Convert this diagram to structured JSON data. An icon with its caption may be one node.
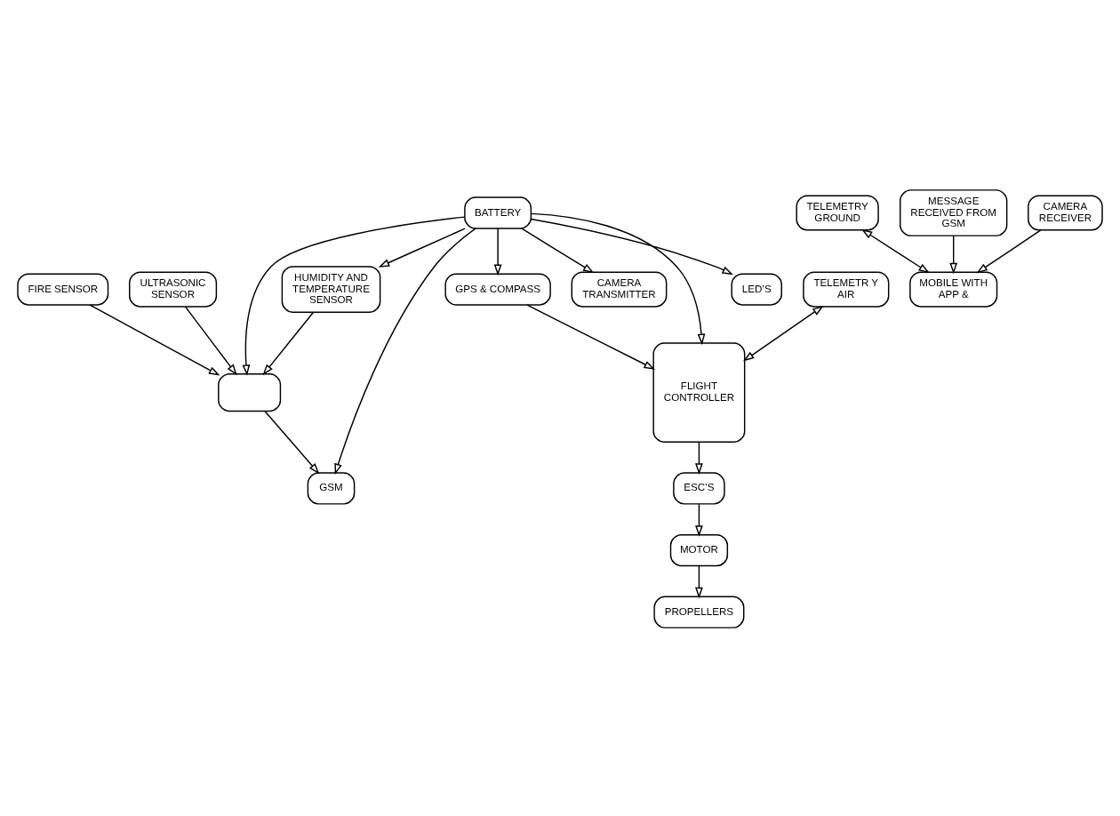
{
  "diagram": {
    "nodes": [
      {
        "text": [
          "GSM"
        ]
      },
      {
        "text": [],
        "shape": "box"
      },
      {
        "text": [
          "FIRE SENSOR"
        ]
      },
      {
        "text": [
          "ULTRASONIC SENSOR"
        ]
      },
      {
        "text": [
          "HUMIDITY AND TEMPERATURE SENSOR"
        ]
      },
      {
        "text": [
          "TELEMETRY GROUND"
        ]
      },
      {
        "text": [
          "BATTERY"
        ]
      },
      {
        "text": [
          "GPS & COMPASS"
        ]
      },
      {
        "text": [
          "TELEMETR Y AIR"
        ]
      },
      {
        "text": [
          "PROPELLERS"
        ]
      },
      {
        "text": [
          "MOBILE WITH APP &"
        ]
      },
      {
        "text": [
          "MOTOR"
        ]
      },
      {
        "text": [
          "MESSAGE RECEIVED FROM GSM"
        ]
      },
      {
        "text": [
          "CAMERA TRANSMITTER"
        ]
      },
      {
        "text": [
          "FLIGHT CONTROLLER"
        ]
      },
      {
        "text": [
          "CAMERA RECEIVER"
        ]
      },
      {
        "text": [
          "LED’S"
        ]
      },
      {
        "text": [
          "ESC’S"
        ]
      }
    ],
    "edges": [
      {
        "from": 1,
        "to": 0,
        "arrow": "to"
      },
      {
        "from": 2,
        "to": 1,
        "arrow": "to"
      },
      {
        "from": 3,
        "to": 1,
        "arrow": "to"
      },
      {
        "from": 4,
        "to": 1,
        "arrow": "to"
      },
      {
        "from": 6,
        "to": 0,
        "arrow": "to"
      },
      {
        "from": 6,
        "to": 1,
        "arrow": "to"
      },
      {
        "from": 6,
        "to": 4,
        "arrow": "to"
      },
      {
        "from": 6,
        "to": 7,
        "arrow": "to"
      },
      {
        "from": 6,
        "to": 14,
        "arrow": "to"
      },
      {
        "from": 6,
        "to": 13,
        "arrow": "to"
      },
      {
        "from": 6,
        "to": 16,
        "arrow": "to"
      },
      {
        "from": 7,
        "to": 14,
        "arrow": "to"
      },
      {
        "from": 8,
        "to": 14,
        "arrow": "both"
      },
      {
        "from": 14,
        "to": 17,
        "arrow": "to"
      },
      {
        "from": 17,
        "to": 11,
        "arrow": "to"
      },
      {
        "from": 11,
        "to": 9,
        "arrow": "to"
      },
      {
        "from": 5,
        "to": 10,
        "arrow": "both"
      },
      {
        "from": 15,
        "to": 10,
        "arrow": "to"
      },
      {
        "from": 12,
        "to": 10,
        "arrow": "to"
      }
    ]
  }
}
